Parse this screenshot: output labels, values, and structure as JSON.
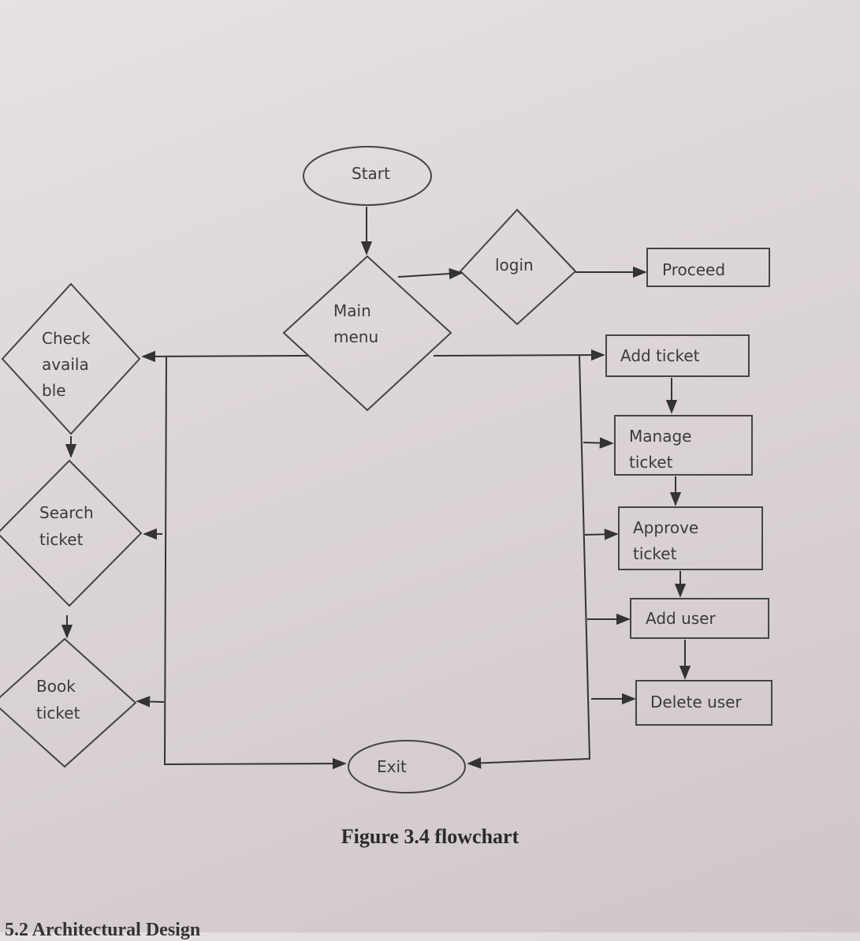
{
  "nodes": {
    "start": "Start",
    "main_menu": [
      "Main",
      "menu"
    ],
    "login": "login",
    "proceed": "Proceed",
    "check_available": [
      "Check",
      "availa",
      "ble"
    ],
    "search_ticket": [
      "Search",
      "ticket"
    ],
    "book_ticket": [
      "Book",
      "ticket"
    ],
    "add_ticket": "Add ticket",
    "manage_ticket": [
      "Manage",
      "ticket"
    ],
    "approve_ticket": [
      "Approve",
      "ticket"
    ],
    "add_user": "Add user",
    "delete_user": "Delete user",
    "exit": "Exit"
  },
  "caption": "Figure 3.4 flowchart",
  "next_heading": "5.2 Architectural Design"
}
